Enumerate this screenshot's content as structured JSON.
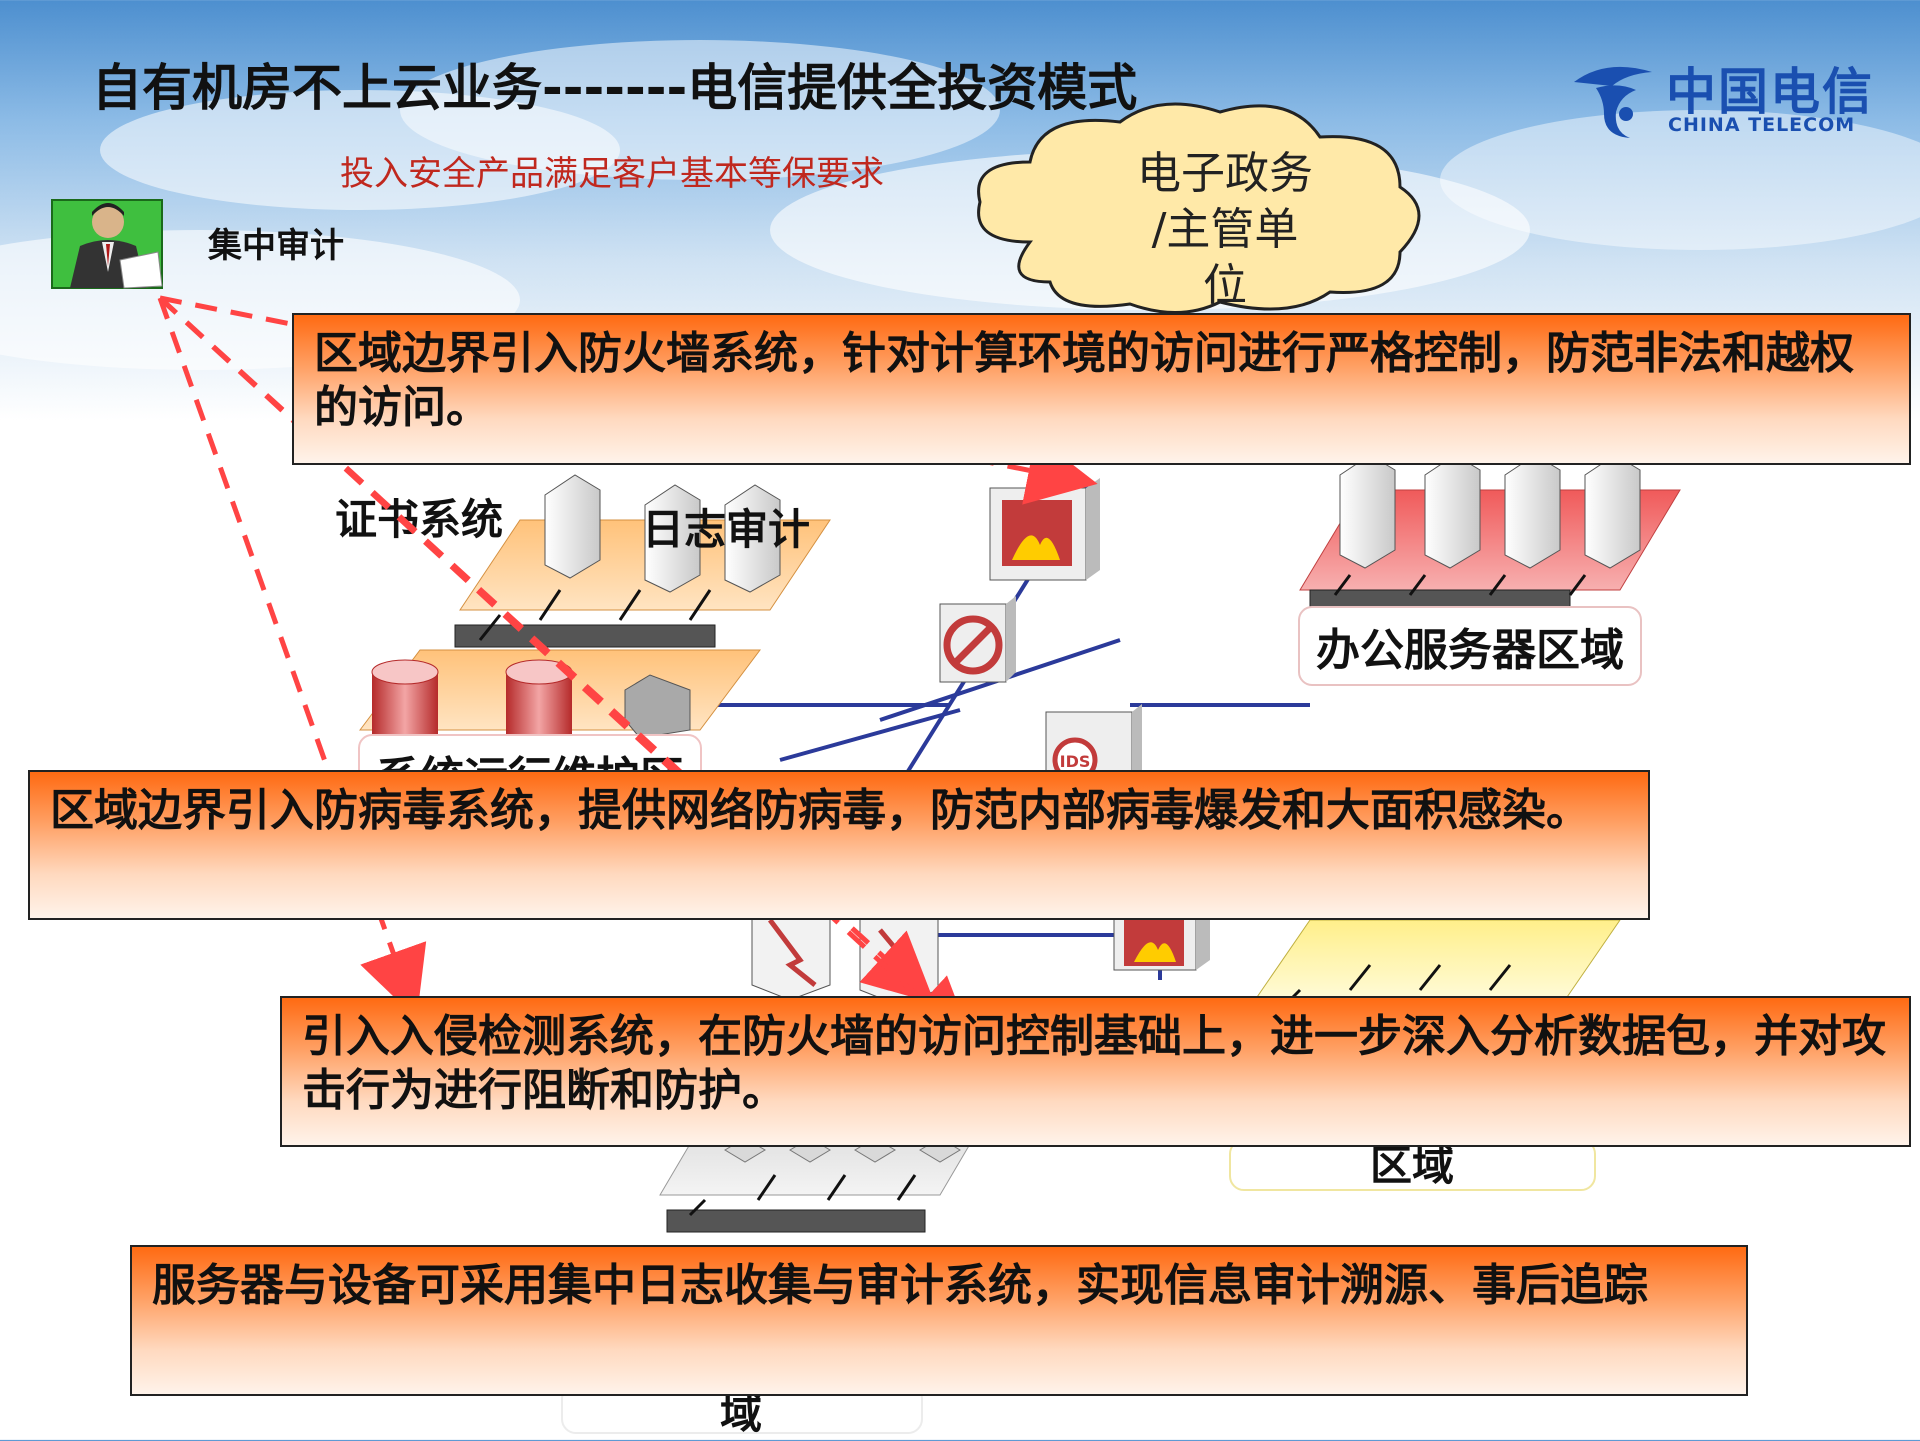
{
  "header": {
    "title": "自有机房不上云业务-------电信提供全投资模式",
    "subtitle": "投入安全产品满足客户基本等保要求"
  },
  "logo": {
    "cn": "中国电信",
    "en": "CHINA TELECOM"
  },
  "audit": {
    "label": "集中审计"
  },
  "cloud": {
    "lines": [
      "电子政务",
      "/主管单",
      "位"
    ]
  },
  "zones": {
    "cert": "证书系统",
    "log_audit": "日志审计",
    "office": "办公服务器区域",
    "ops": "系统运行维护区",
    "region_partial": "区域",
    "bottom_partial": "域"
  },
  "callouts": [
    {
      "text": "区域边界引入防火墙系统，针对计算环境的访问进行严格控制，防范非法和越权的访问。"
    },
    {
      "text": "区域边界引入防病毒系统，提供网络防病毒，防范内部病毒爆发和大面积感染。"
    },
    {
      "text": "引入入侵检测系统，在防火墙的访问控制基础上，进一步深入分析数据包，并对攻击行为进行阻断和防护。"
    },
    {
      "text": "服务器与设备可采用集中日志收集与审计系统，实现信息审计溯源、事后追踪"
    }
  ],
  "icons": {
    "ids_label": "IDS"
  },
  "colors": {
    "callout_top": "#ff6a12",
    "dashed_arrow": "#ff4444",
    "network_line": "#2b3a9a",
    "logo_blue": "#1a4fb0"
  }
}
